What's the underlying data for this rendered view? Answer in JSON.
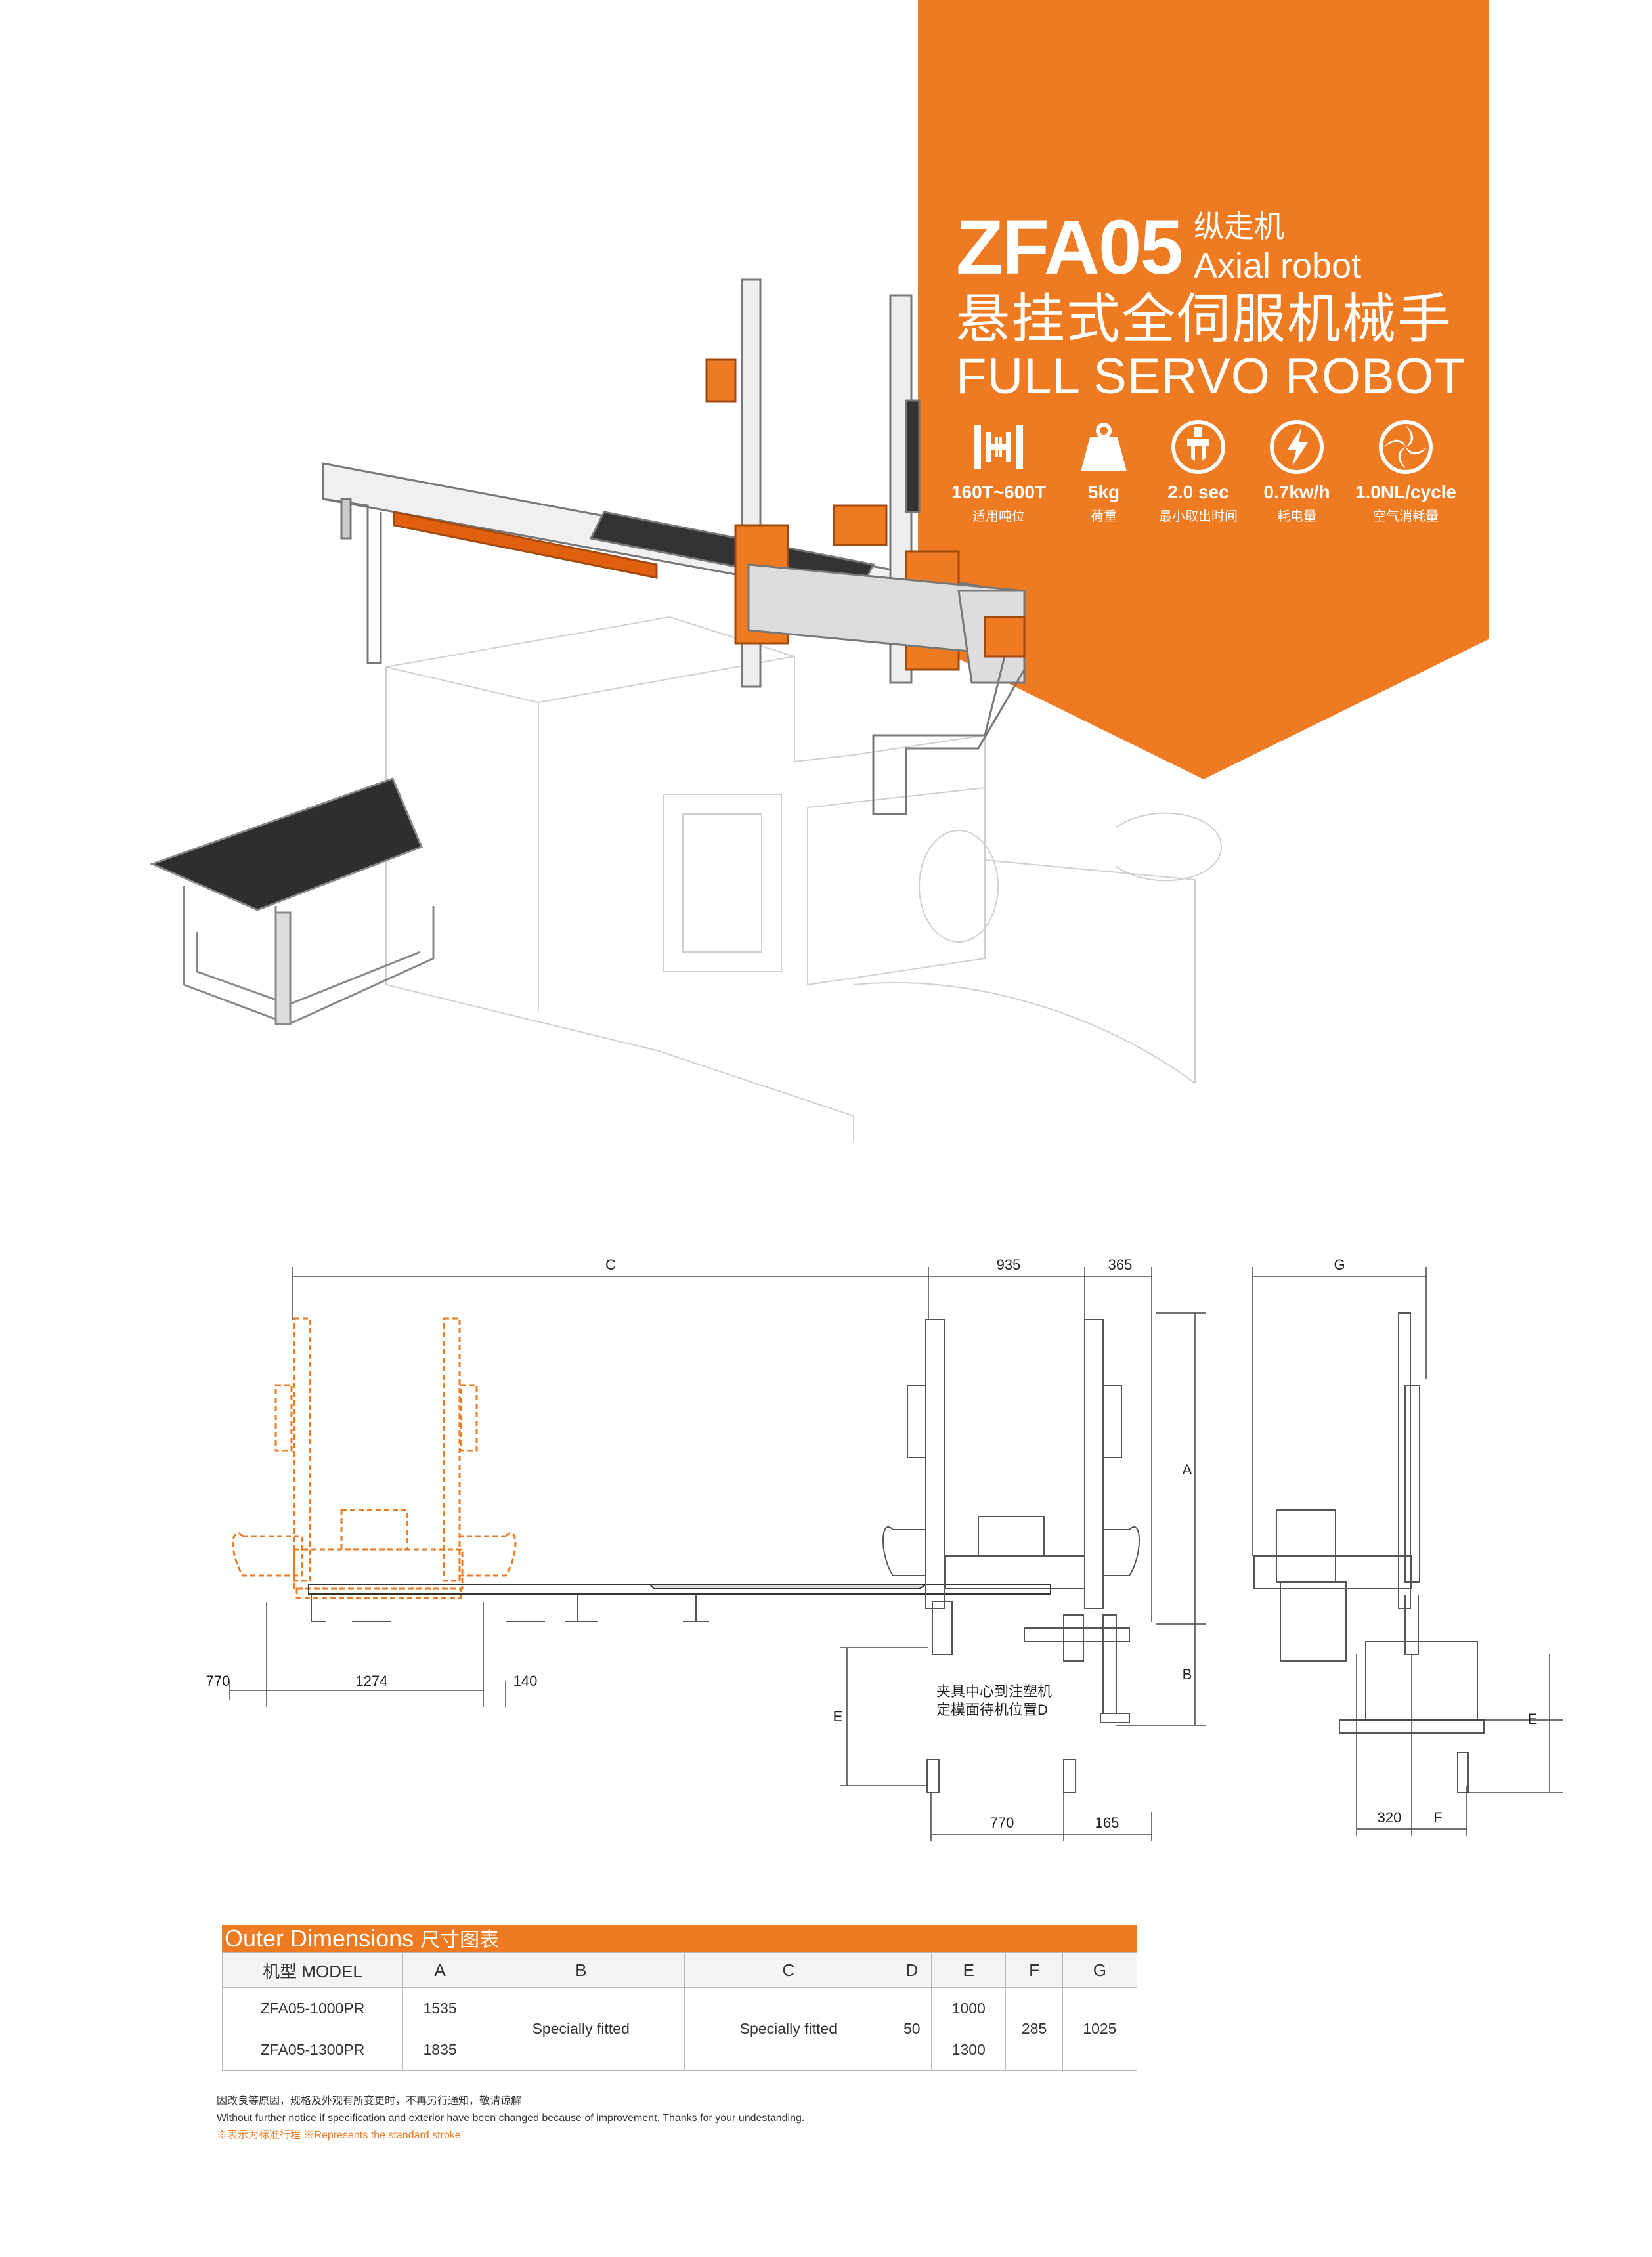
{
  "header": {
    "model": "ZFA05",
    "type_cn": "纵走机",
    "type_en": "Axial robot",
    "title_cn": "悬挂式全伺服机械手",
    "title_en": "FULL SERVO ROBOT"
  },
  "specs": [
    {
      "icon": "tonnage-icon",
      "value": "160T~600T",
      "label": "适用吨位"
    },
    {
      "icon": "weight-icon",
      "value": "5kg",
      "label": "荷重"
    },
    {
      "icon": "gripper-icon",
      "value": "2.0 sec",
      "label": "最小取出时间"
    },
    {
      "icon": "lightning-icon",
      "value": "0.7kw/h",
      "label": "耗电量"
    },
    {
      "icon": "air-icon",
      "value": "1.0NL/cycle",
      "label": "空气消耗量"
    }
  ],
  "dimensions": {
    "c": "C",
    "d935": "935",
    "d365": "365",
    "g": "G",
    "a": "A",
    "b": "B",
    "e": "E",
    "d770_left": "770",
    "d1274": "1274",
    "d140": "140",
    "note_line1": "夹具中心到注塑机",
    "note_line2": "定模面待机位置D",
    "d770_bottom": "770",
    "d165": "165",
    "d320": "320",
    "f": "F",
    "e_right": "E"
  },
  "table": {
    "title_en": "Outer Dimensions",
    "title_cn": "尺寸图表",
    "headers": [
      "机型 MODEL",
      "A",
      "B",
      "C",
      "D",
      "E",
      "F",
      "G"
    ],
    "rows": [
      {
        "model": "ZFA05-1000PR",
        "a": "1535",
        "e": "1000"
      },
      {
        "model": "ZFA05-1300PR",
        "a": "1835",
        "e": "1300"
      }
    ],
    "b_value": "Specially fitted",
    "c_value": "Specially fitted",
    "d_value": "50",
    "f_value": "285",
    "g_value": "1025"
  },
  "notes": {
    "line1": "因改良等原因，规格及外观有所变更时，不再另行通知，敬请谅解",
    "line2": "Without further notice if specification and exterior have been changed because of improvement. Thanks for your undestanding.",
    "line3": "※表示为标准行程 ※Represents the standard stroke"
  },
  "colors": {
    "accent": "#ee7a22",
    "text": "#231f20"
  }
}
